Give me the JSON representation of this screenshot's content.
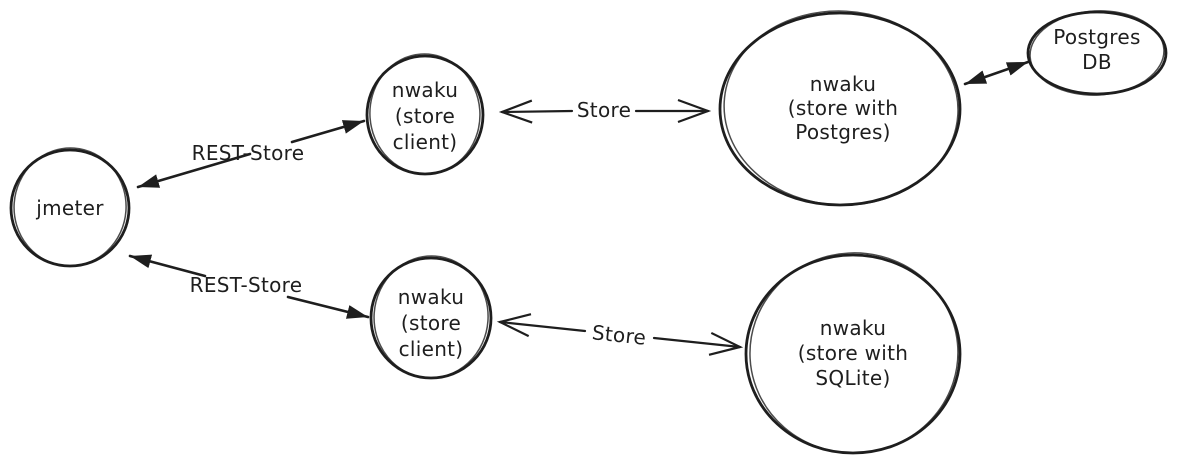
{
  "canvas": {
    "background": "#ffffff",
    "ink": "#1e1e1e"
  },
  "nodes": [
    {
      "id": "jmeter",
      "shape": "circle",
      "label_lines": [
        "jmeter"
      ]
    },
    {
      "id": "nwaku-store-client-top",
      "shape": "circle",
      "label_lines": [
        "nwaku",
        "(store",
        "client)"
      ]
    },
    {
      "id": "nwaku-store-postgres",
      "shape": "ellipse",
      "label_lines": [
        "nwaku",
        "(store with",
        "Postgres)"
      ]
    },
    {
      "id": "postgres-db",
      "shape": "ellipse",
      "label_lines": [
        "Postgres",
        "DB"
      ]
    },
    {
      "id": "nwaku-store-client-bottom",
      "shape": "circle",
      "label_lines": [
        "nwaku",
        "(store",
        "client)"
      ]
    },
    {
      "id": "nwaku-store-sqlite",
      "shape": "circle",
      "label_lines": [
        "nwaku",
        "(store with",
        "SQLite)"
      ]
    }
  ],
  "edges": [
    {
      "id": "rest-store-top",
      "from": "jmeter",
      "to": "nwaku-store-client-top",
      "label": "REST-Store",
      "arrow_style": "filled-both-ends"
    },
    {
      "id": "store-top",
      "from": "nwaku-store-client-top",
      "to": "nwaku-store-postgres",
      "label": "Store",
      "arrow_style": "open-chevron-both-ends"
    },
    {
      "id": "postgres-db-link",
      "from": "nwaku-store-postgres",
      "to": "postgres-db",
      "label": "",
      "arrow_style": "filled-both-ends"
    },
    {
      "id": "rest-store-bottom",
      "from": "jmeter",
      "to": "nwaku-store-client-bottom",
      "label": "REST-Store",
      "arrow_style": "filled-both-ends"
    },
    {
      "id": "store-bottom",
      "from": "nwaku-store-client-bottom",
      "to": "nwaku-store-sqlite",
      "label": "Store",
      "arrow_style": "open-chevron-both-ends"
    }
  ]
}
